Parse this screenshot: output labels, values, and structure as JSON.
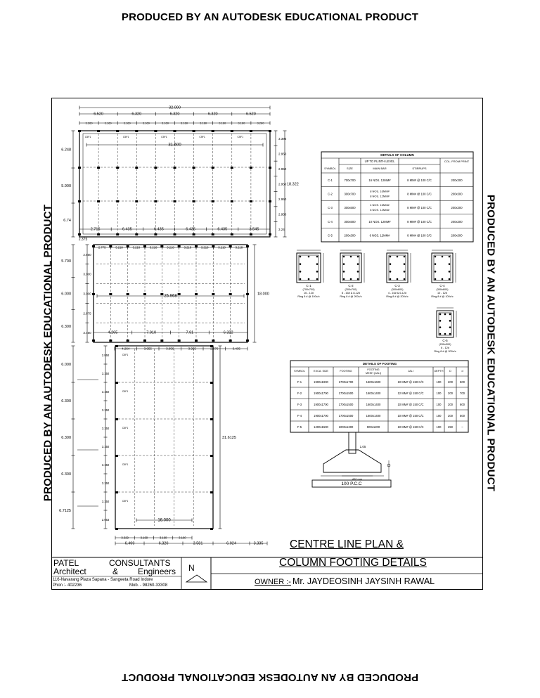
{
  "watermark": "PRODUCED BY AN AUTODESK EDUCATIONAL PRODUCT",
  "plan": {
    "top_block": {
      "overall": "32.000",
      "bays": [
        "6.520",
        "6.320",
        "6.320",
        "6.320",
        "6.520"
      ],
      "half_bays": [
        "3.260",
        "3.160",
        "3.160",
        "3.160",
        "3.160",
        "3.160",
        "3.160",
        "3.160",
        "3.160",
        "3.260"
      ],
      "inner_length": "31.600",
      "left_dims": [
        "6.248",
        "5.900",
        "6.74"
      ],
      "right_dims": [
        "3.396",
        "2.950",
        "2.950",
        "2.950",
        "2.950",
        "2.950",
        "3.24"
      ],
      "right_total": "18.322",
      "bottom_bays": [
        "2.715",
        "6.435",
        "6.435",
        "6.435",
        "6.435",
        "3.545"
      ]
    },
    "middle_block": {
      "top_offset": "2.375",
      "top_dims": [
        "2.775",
        "3.218",
        "3.218",
        "3.218",
        "3.218",
        "3.218",
        "3.218",
        "3.218",
        "3.218"
      ],
      "inner_length": "25.968",
      "right_total": "18.000",
      "left_dims": [
        "5.700",
        "6.000",
        "6.300"
      ],
      "side_dims": [
        "2.850",
        "3.000",
        "3.000",
        "2.875",
        "3.450"
      ],
      "bottom_dims": [
        "4.265",
        "7.910",
        "7.91",
        "6.322"
      ],
      "bottom_sub": [
        "4.264",
        "3.955",
        "3.956",
        "3.955",
        "2.876",
        "3.435"
      ]
    },
    "bottom_block": {
      "left_dims": [
        "6.000",
        "6.300",
        "6.300",
        "6.300",
        "6.7125"
      ],
      "side_dims": [
        "2.950",
        "3.150",
        "3.150",
        "3.150",
        "3.150",
        "3.150",
        "3.150",
        "3.150",
        "3.150",
        "2.953"
      ],
      "right_total": "31.6125",
      "inner_length": "16.000",
      "bottom_sub": [
        "3.329",
        "3.160",
        "3.160",
        "3.160"
      ],
      "bottom_dims": [
        "6.499",
        "6.320",
        "3.581",
        "6.924",
        "3.335"
      ]
    },
    "column_tag": "C5F1"
  },
  "column_table": {
    "title": "DETAILS OF COLUMN",
    "group": "UP TO PLINTH LEVEL",
    "headers": [
      "SYMBOL",
      "SIZE",
      "MAIN BAR",
      "STIRRUPS",
      "COL. FROM PRINT"
    ],
    "rows": [
      [
        "C-1",
        "700x700",
        "16 NOS. 12MM#",
        "8 MM# @ 100 C/C",
        "200x300"
      ],
      [
        "C-2",
        "300x700",
        "8 NOS. 16MM# + 8 NOS. 12MM#",
        "8 MM# @ 100 C/C",
        "200x300"
      ],
      [
        "C-3",
        "300x600",
        "4 NOS. 16MM# + 6 NOS. 12MM#",
        "8 MM# @ 100 C/C",
        "200x300"
      ],
      [
        "C-4",
        "300x600",
        "10 NOS. 12MM#",
        "8 MM# @ 100 C/C",
        "200x300"
      ],
      [
        "C-5",
        "200x300",
        "6 NOS. 12MM#",
        "8 MM# @ 100 C/C",
        "200x300"
      ]
    ]
  },
  "column_sections": [
    {
      "label": "C-1",
      "size": "(700x700)",
      "bars": "16 - 12#",
      "ring": "Ring 8 # @ 100c/c"
    },
    {
      "label": "C-2",
      "size": "(300x700)",
      "bars": "8 - 16# & 8-12#",
      "ring": "Ring 8 # @ 200c/c"
    },
    {
      "label": "C-3",
      "size": "(300x600)",
      "bars": "4 - 16# & 6-12#",
      "ring": "Ring 8 # @ 200c/c"
    },
    {
      "label": "C-4",
      "size": "(300x600)",
      "bars": "10 - 12#",
      "ring": "Ring 8 # @ 100c/c"
    },
    {
      "label": "C-5",
      "size": "(200x300)",
      "bars": "6 - 12#",
      "ring": "Ring 8 # @ 200c/c"
    }
  ],
  "footing_table": {
    "title": "DETAILS OF FOOTING",
    "headers": [
      "SYMBOL",
      "EXCA. SIZE",
      "FOOTING",
      "FOOTING MESH (JALI)",
      "JALI",
      "DEPTH",
      "D",
      "d"
    ],
    "rows": [
      [
        "F-1",
        "1900x1900",
        "1700x1700",
        "1600x1600",
        "10 MM# @ 150 C/C",
        "100",
        "200",
        "500"
      ],
      [
        "F-2",
        "1900x1700",
        "1700x1500",
        "1600x1400",
        "12 MM# @ 150 C/C",
        "100",
        "200",
        "700"
      ],
      [
        "F-3",
        "1900x1700",
        "1700x1500",
        "1600x1400",
        "10 MM# @ 150 C/C",
        "100",
        "200",
        "600"
      ],
      [
        "F-4",
        "1900x1700",
        "1700x1500",
        "1600x1400",
        "10 MM# @ 150 C/C",
        "100",
        "200",
        "500"
      ],
      [
        "F-5",
        "1200x1500",
        "1000x1300",
        "900x1200",
        "10 MM# @ 150 C/C",
        "100",
        "250",
        "–"
      ]
    ]
  },
  "footing_section": {
    "label": "100 P.C.C",
    "dims": [
      "1.05",
      "450 mm"
    ]
  },
  "drawing_title": {
    "line1": "CENTRE LINE PLAN &",
    "line2": "COLUMN FOOTING DETAILS"
  },
  "owner": {
    "label": "OWNER :-",
    "name": "Mr. JAYDEOSINH JAYSINH RAWAL"
  },
  "firm": {
    "name_left": "PATEL",
    "name_mid": "CONSULTANTS",
    "line2_left": "Architect",
    "line2_mid": "&",
    "line2_right": "Engineers",
    "address": "116-Navarang Plaza Sapana - Sangeeta Road Indore",
    "phone": "Phon :- 402236",
    "mobile": "Mob. - 98260-33308"
  },
  "north_label": "N"
}
